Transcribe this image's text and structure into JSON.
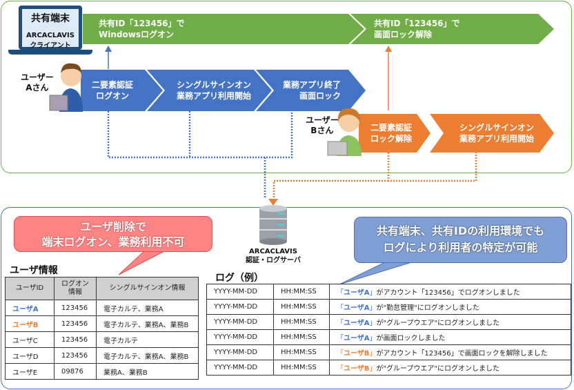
{
  "top_flow": {
    "terminal": {
      "title": "共有端末",
      "line1": "ARCACLAVIS",
      "line2": "クライアント"
    },
    "green_steps": [
      {
        "line1": "共有ID「123456」で",
        "line2": "Windowsログオン"
      },
      {
        "line1": "共有ID「123456」で",
        "line2": "画面ロック解除"
      }
    ],
    "user_a": {
      "line1": "ユーザー",
      "line2": "Aさん"
    },
    "user_b": {
      "line1": "ユーザー",
      "line2": "Bさん"
    },
    "blue_steps": [
      {
        "line1": "二要素認証",
        "line2": "ログオン"
      },
      {
        "line1": "シングルサインオン",
        "line2": "業務アプリ利用開始"
      },
      {
        "line1": "業務アプリ終了",
        "line2": "画面ロック"
      }
    ],
    "orange_steps": [
      {
        "line1": "二要素認証",
        "line2": "ロック解除"
      },
      {
        "line1": "シングルサインオン",
        "line2": "業務アプリ利用開始"
      }
    ]
  },
  "server": {
    "line1": "ARCACLAVIS",
    "line2": "認証・ログサーバ"
  },
  "callouts": {
    "red": {
      "line1": "ユーザ削除で",
      "line2": "端末ログオン、業務利用不可"
    },
    "blue": {
      "line1": "共有端末、共有IDの利用環境でも",
      "line2": "ログにより利用者の特定が可能"
    }
  },
  "user_info": {
    "title": "ユーザ情報",
    "headers": [
      "ユーザID",
      "ログオン\n情報",
      "シングルサインオン情報"
    ],
    "header_logon_1": "ログオン",
    "header_logon_2": "情報",
    "rows": [
      {
        "id": "ユーザA",
        "logon": "123456",
        "sso": "電子カルテ、業務A",
        "color": "#4472c4"
      },
      {
        "id": "ユーザB",
        "logon": "123456",
        "sso": "電子カルテ、業務A、業務B",
        "color": "#ed7d31"
      },
      {
        "id": "ユーザC",
        "logon": "123456",
        "sso": "電子カルテ",
        "color": ""
      },
      {
        "id": "ユーザD",
        "logon": "123456",
        "sso": "電子カルテ、業務A、業務B",
        "color": ""
      },
      {
        "id": "ユーザE",
        "logon": "09876",
        "sso": "業務A、業務B",
        "color": ""
      }
    ]
  },
  "log": {
    "title": "ログ（例）",
    "rows": [
      {
        "date": "YYYY-MM-DD",
        "time": "HH:MM:SS",
        "open": "「",
        "user": "ユーザA",
        "close": "」",
        "msg": "がアカウント「123456」でログオンしました",
        "who": "A"
      },
      {
        "date": "YYYY-MM-DD",
        "time": "HH:MM:SS",
        "open": "「",
        "user": "ユーザA",
        "close": "」",
        "msg": "が\"勤怠管理\"にログオンしました",
        "who": "A"
      },
      {
        "date": "YYYY-MM-DD",
        "time": "HH:MM:SS",
        "open": "「",
        "user": "ユーザA",
        "close": "」",
        "msg": "が\"グループウエア\"にログオンしました",
        "who": "A"
      },
      {
        "date": "YYYY-MM-DD",
        "time": "HH:MM:SS",
        "open": "「",
        "user": "ユーザA",
        "close": "」",
        "msg": "が画面ロックしました",
        "who": "A"
      },
      {
        "date": "YYYY-MM-DD",
        "time": "HH:MM:SS",
        "open": "「",
        "user": "ユーザB",
        "close": "」",
        "msg": "がアカウント「123456」で画面ロックを解除しました",
        "who": "B"
      },
      {
        "date": "YYYY-MM-DD",
        "time": "HH:MM:SS",
        "open": "「",
        "user": "ユーザB",
        "close": "」",
        "msg": "が\"グループウエア\"にログオンしました",
        "who": "B"
      }
    ]
  },
  "colors": {
    "green": "#70ad47",
    "blue": "#4472c4",
    "orange": "#ed7d31",
    "red_callout": "#ff8585",
    "blue_callout": "#7f9fd6"
  }
}
